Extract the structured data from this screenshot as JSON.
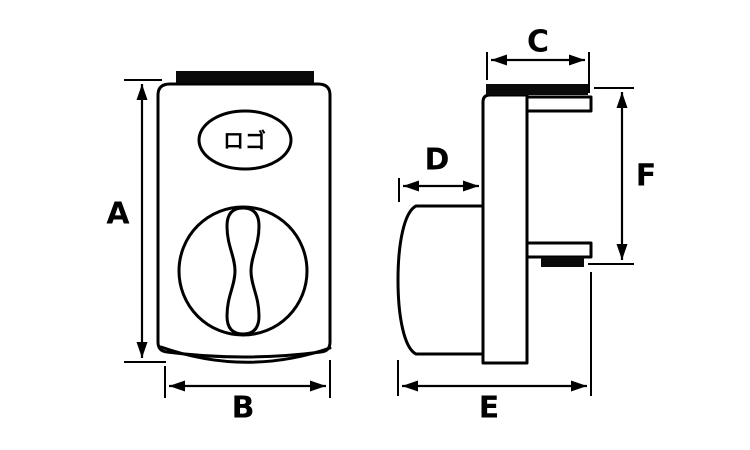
{
  "diagram": {
    "kind": "technical-dimension-drawing",
    "logo_text": "ロゴ",
    "labels": {
      "a": "A",
      "b": "B",
      "c": "C",
      "d": "D",
      "e": "E",
      "f": "F"
    },
    "colors": {
      "line": "#000000",
      "accent_fill": "#0a0a0a",
      "background": "#ffffff"
    }
  }
}
